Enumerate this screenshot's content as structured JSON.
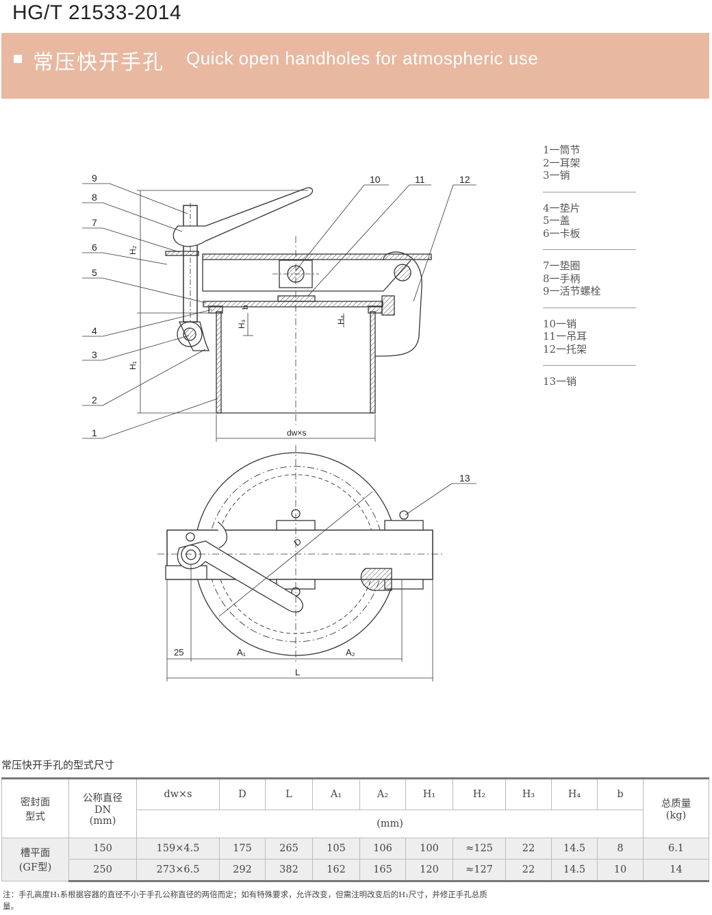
{
  "header": {
    "standard_code": "HG/T 21533-2014",
    "title_cn": "常压快开手孔",
    "title_en": "Quick open handholes for atmospheric use"
  },
  "drawing": {
    "callouts": [
      "1",
      "2",
      "3",
      "4",
      "5",
      "6",
      "7",
      "8",
      "9",
      "10",
      "11",
      "12",
      "13"
    ],
    "dim_labels": {
      "H1": "H₁",
      "H2": "H₂",
      "H3": "H₃",
      "H4": "H₄",
      "b": "b",
      "dwxs": "dw×s",
      "D": "D",
      "dim25": "25",
      "A1": "A₁",
      "A2": "A₂",
      "L": "L"
    }
  },
  "legend": [
    [
      "1一筒节",
      "2一耳架",
      "3一销"
    ],
    [
      "4一垫片",
      "5一盖",
      "6一卡板"
    ],
    [
      "7一垫圈",
      "8一手柄",
      "9一活节螺栓"
    ],
    [
      "10一销",
      "11一吊耳",
      "12一托架"
    ],
    [
      "13一销"
    ]
  ],
  "table": {
    "caption": "常压快开手孔的型式尺寸",
    "col_seal": "密封面\n型式",
    "col_dn": "公称直径\nDN\n(mm)",
    "dim_cols": [
      "dw×s",
      "D",
      "L",
      "A₁",
      "A₂",
      "H₁",
      "H₂",
      "H₃",
      "H₄",
      "b"
    ],
    "unit_mm": "(mm)",
    "col_mass": "总质量\n(kg)",
    "seal_type": "槽平面\n(GF型)",
    "rows": [
      {
        "dn": "150",
        "dims": [
          "159×4.5",
          "175",
          "265",
          "105",
          "106",
          "100",
          "≈125",
          "22",
          "14.5",
          "8"
        ],
        "mass": "6.1"
      },
      {
        "dn": "250",
        "dims": [
          "273×6.5",
          "292",
          "382",
          "162",
          "165",
          "120",
          "≈127",
          "22",
          "14.5",
          "10"
        ],
        "mass": "14"
      }
    ]
  },
  "note": "注：手孔高度H₁系根据容器的直径不小于手孔公称直径的两倍而定；如有特殊要求，允许改变，但需注明改变后的H₁尺寸，并修正手孔总质量。"
}
